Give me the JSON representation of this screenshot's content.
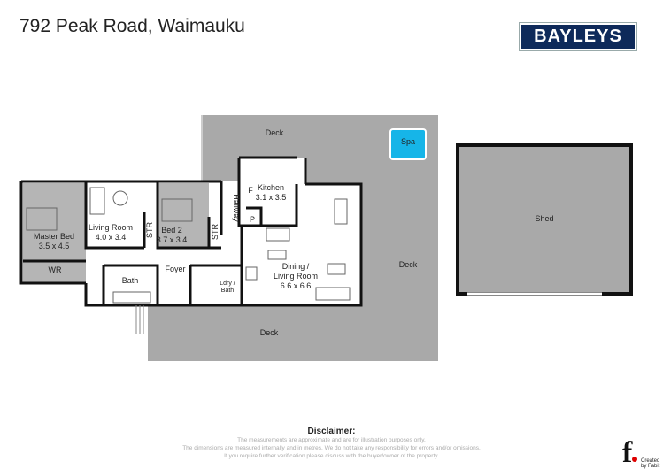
{
  "title": "792 Peak Road, Waimauku",
  "logo": "BAYLEYS",
  "colors": {
    "deck": "#a9a9a9",
    "bedroom_floor": "#b5b5b5",
    "spa": "#16b5e8",
    "wall": "#111111",
    "brand": "#0e2a5a"
  },
  "rooms": {
    "deck_top": "Deck",
    "deck_right": "Deck",
    "deck_bottom": "Deck",
    "spa": "Spa",
    "shed": "Shed",
    "master_bed": {
      "name": "Master Bed",
      "size": "3.5 x 4.5"
    },
    "wr": "WR",
    "living_room": {
      "name": "Living Room",
      "size": "4.0 x 3.4"
    },
    "str1": "STR",
    "str2": "STR",
    "bed2": {
      "name": "Bed 2",
      "size": "3.7 x 3.4"
    },
    "hallway": "Hallway",
    "kitchen": {
      "name": "Kitchen",
      "size": "3.1 x 3.5"
    },
    "fridge": "F",
    "pantry": "P",
    "dining": {
      "name": "Dining /",
      "name2": "Living Room",
      "size": "6.6 x 6.6"
    },
    "bath": "Bath",
    "foyer": "Foyer",
    "ldry": {
      "name": "Ldry /",
      "name2": "Bath"
    }
  },
  "disclaimer": {
    "title": "Disclaimer:",
    "lines": [
      "The measurements are approximate and are for illustration purposes only.",
      "The dimensions are measured internally and in metres. We do not take any responsibility for errors and/or omissions.",
      "If you require further verification please discuss with the buyer/owner of the property."
    ]
  },
  "credit": {
    "mark": "f",
    "text": "Created by Fabit"
  }
}
